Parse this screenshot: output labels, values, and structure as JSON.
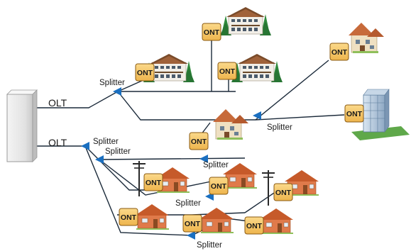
{
  "olt_label": "OLT",
  "splitter_label": "Splitter",
  "ont_label": "ONT",
  "colors": {
    "fiber": "#1b2a3a",
    "splitter": "#1a6fc0",
    "ont_box": "#f6c76b",
    "ont_border": "#8a5a12",
    "olt": "#e8e8e8",
    "house_roof": "#c65a2a",
    "house_wall": "#e07a4a"
  },
  "icons": [
    "olt-cabinet",
    "ont-box",
    "splitter-arrow",
    "chalet-icon",
    "villa-icon",
    "office-tower-icon",
    "house-icon",
    "utility-pole-icon",
    "pine-tree-icon"
  ]
}
